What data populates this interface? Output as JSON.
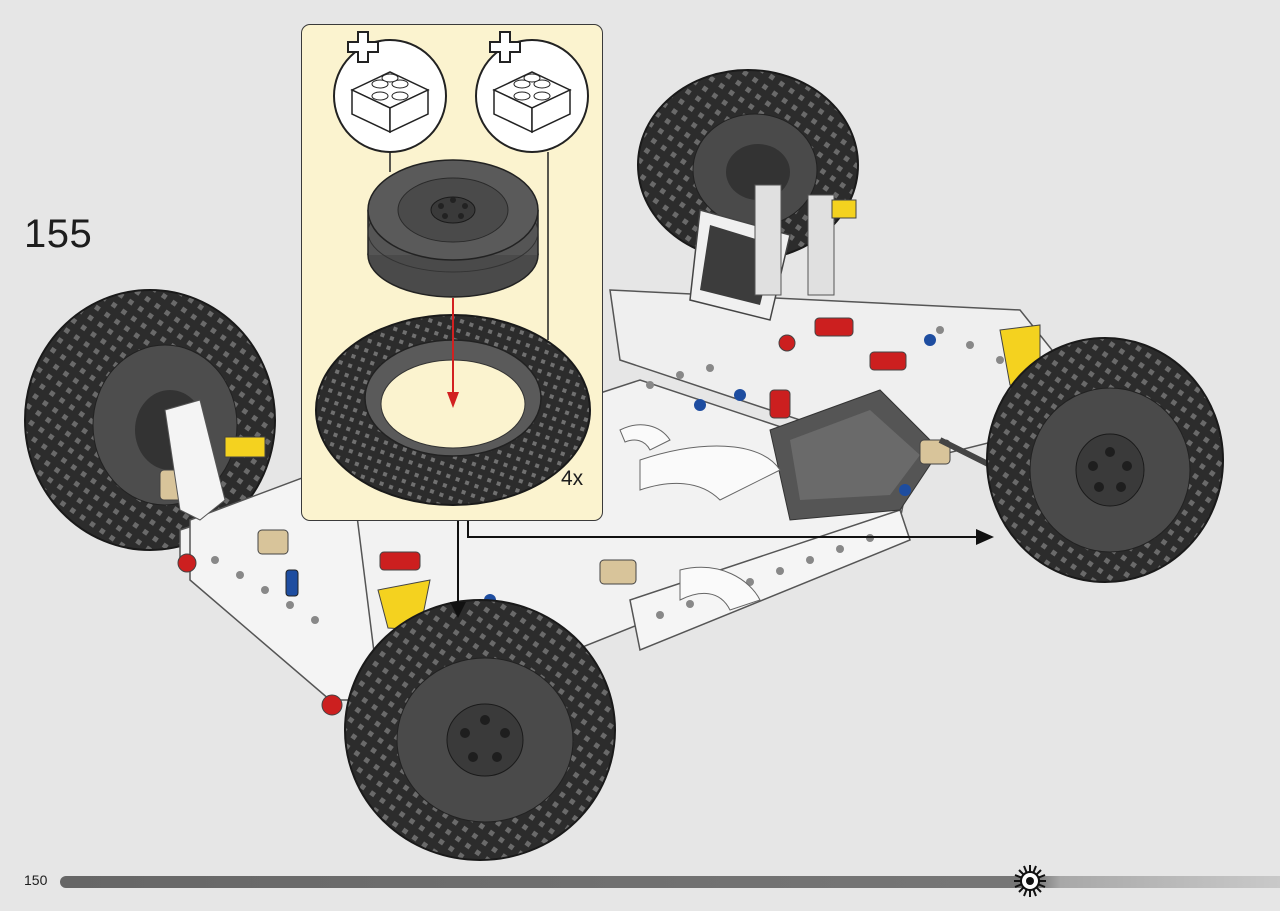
{
  "step": {
    "number": "155"
  },
  "callout": {
    "quantity": "4x",
    "parts": [
      "rim",
      "tire"
    ]
  },
  "footer": {
    "page_number": "150",
    "progress": 0.795
  },
  "colors": {
    "callout_bg": "#fbf3cf",
    "tire": "#2e2e2e",
    "rim": "#555555",
    "arrow_red": "#d22020",
    "frame_white": "#f2f2f2",
    "accent_yellow": "#f4d21f",
    "accent_red": "#cc1f1f",
    "accent_tan": "#d8c49a",
    "accent_blue": "#1e4da0"
  }
}
